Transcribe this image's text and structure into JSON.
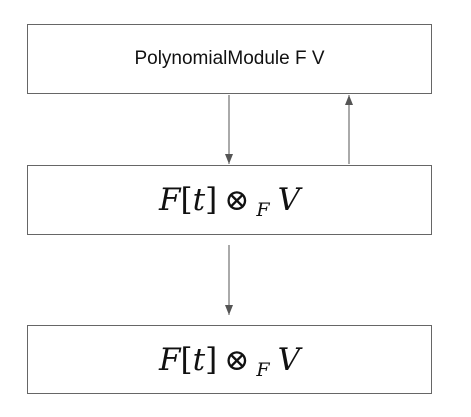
{
  "diagram": {
    "top_box": {
      "label": "PolynomialModule F V"
    },
    "mid_box": {
      "factor_1": "F",
      "bracket_open": "[",
      "variable": "t",
      "bracket_close": "]",
      "operator": "⊗",
      "subscript": "F",
      "factor_2": "V"
    },
    "bottom_box": {
      "factor_1": "F",
      "bracket_open": "[",
      "variable": "t",
      "bracket_close": "]",
      "operator": "⊗",
      "subscript": "F",
      "factor_2": "V"
    },
    "edges": [
      {
        "from": "top_box",
        "to": "mid_box"
      },
      {
        "from": "mid_box",
        "to": "top_box"
      },
      {
        "from": "mid_box",
        "to": "bottom_box"
      }
    ],
    "colors": {
      "border": "#666666",
      "arrow": "#555555",
      "text": "#111111"
    }
  }
}
